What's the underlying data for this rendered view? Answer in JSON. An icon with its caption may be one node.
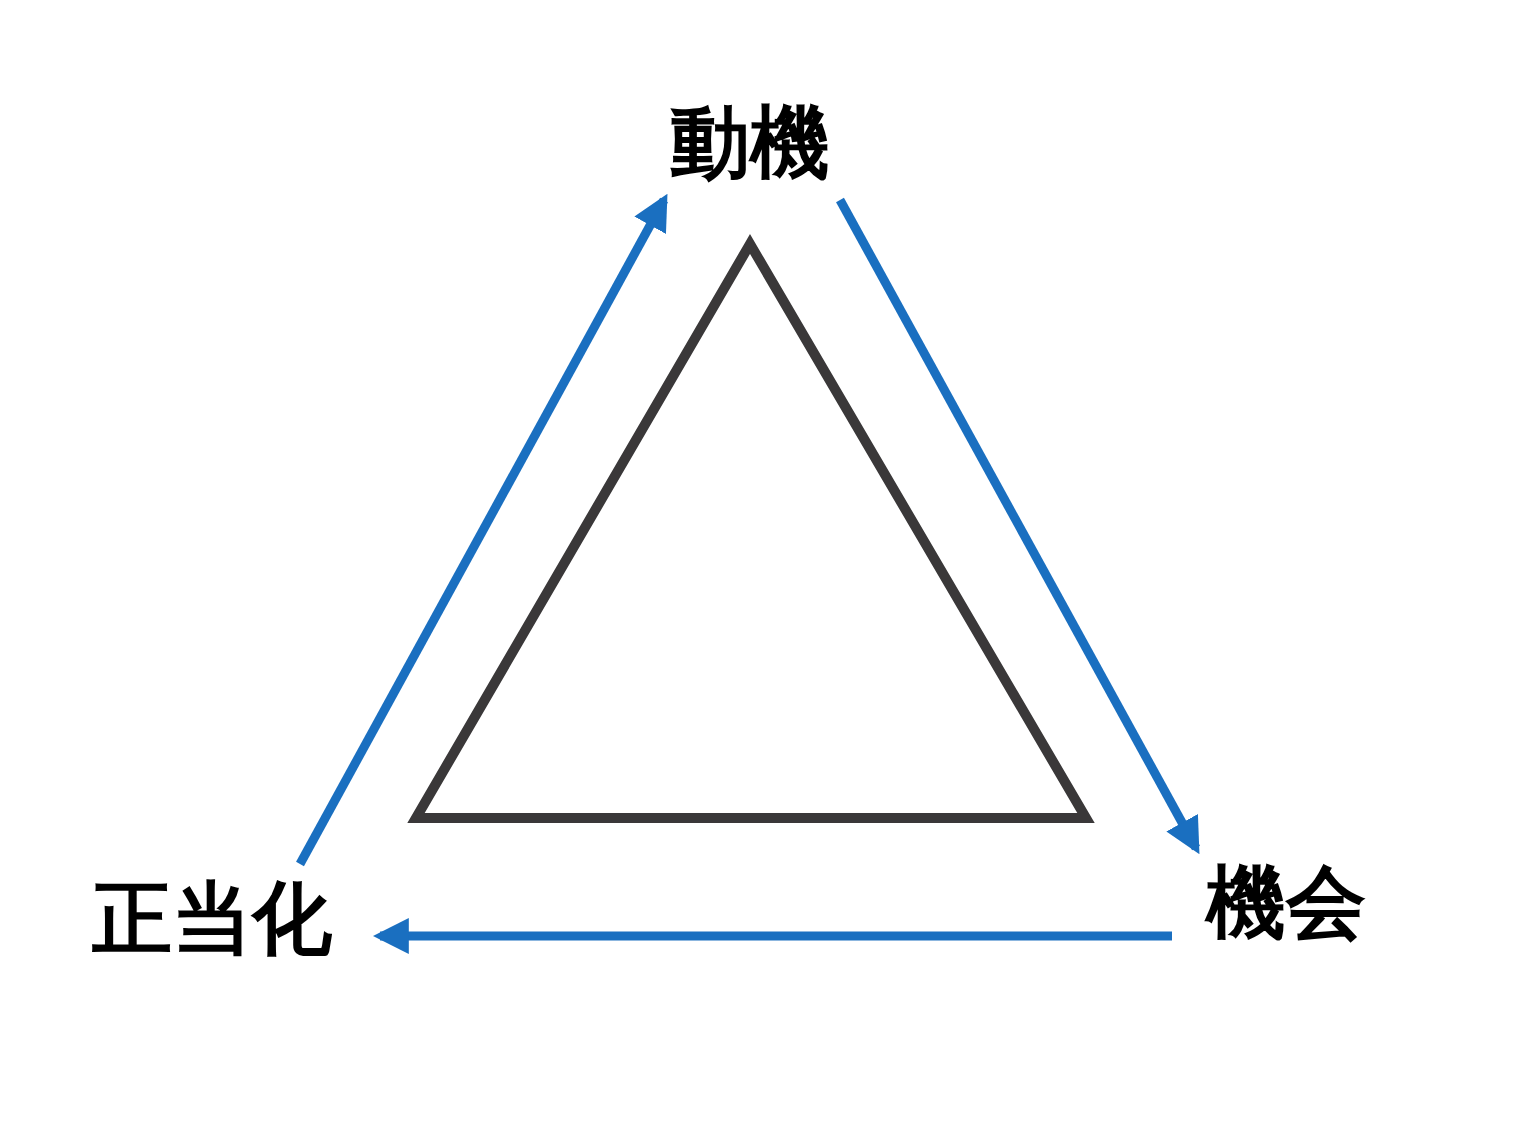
{
  "diagram": {
    "nodes": [
      {
        "text": [
          "動機"
        ]
      },
      {
        "text": [
          "機会"
        ]
      },
      {
        "text": [
          "正当化"
        ]
      }
    ],
    "edges": [
      {
        "from": 2,
        "to": 0,
        "arrow": "to"
      },
      {
        "from": 0,
        "to": 1,
        "arrow": "to"
      },
      {
        "from": 1,
        "to": 2,
        "arrow": "to"
      }
    ]
  }
}
